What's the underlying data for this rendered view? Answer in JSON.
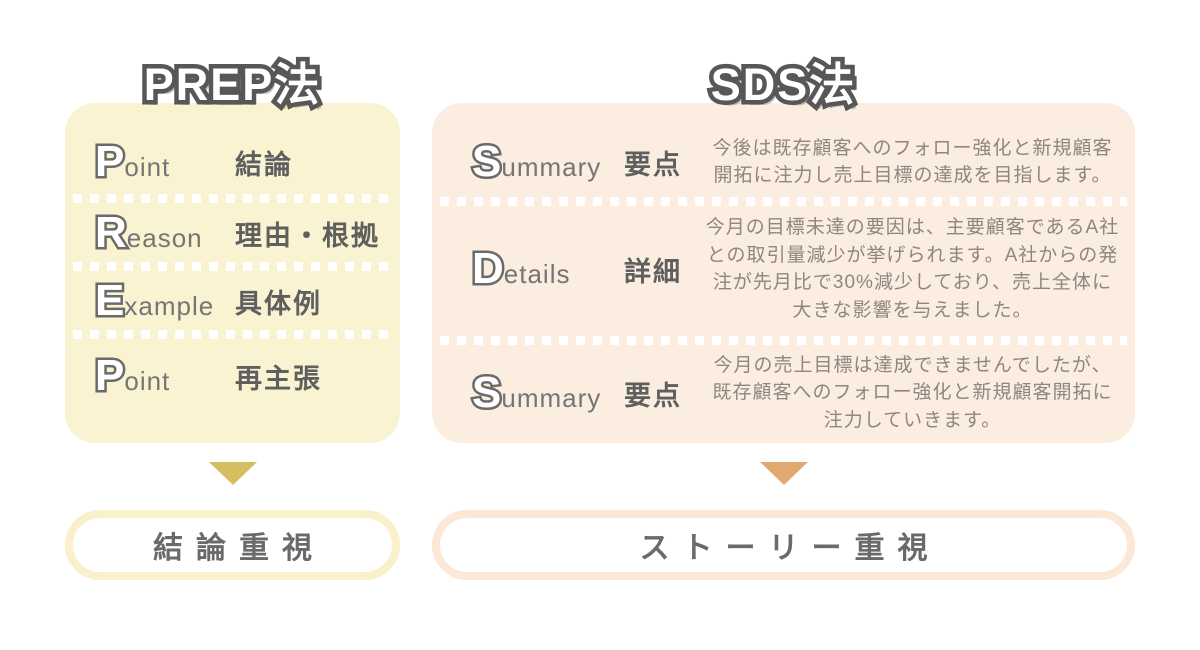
{
  "canvas": {
    "background": "#FFFFFF",
    "outline_gray": "#575757",
    "term_gray": "#5F5F5F",
    "word_gray": "#757575",
    "desc_gray": "#8D8781"
  },
  "prep": {
    "title": "PREP法",
    "box_color": "#FAF3D2",
    "rows": [
      {
        "letter": "P",
        "word": "oint",
        "term": "結論"
      },
      {
        "letter": "R",
        "word": "eason",
        "term": "理由・根拠"
      },
      {
        "letter": "E",
        "word": "xample",
        "term": "具体例"
      },
      {
        "letter": "P",
        "word": "oint",
        "term": "再主張"
      }
    ],
    "arrow_color": "#D5BE62",
    "result": {
      "label": "結論重視",
      "border_color": "#FAF0C9"
    }
  },
  "sds": {
    "title": "SDS法",
    "box_color": "#FBEDE0",
    "rows": [
      {
        "letter": "S",
        "word": "ummary",
        "term": "要点",
        "desc": "今後は既存顧客へのフォロー強化と新規顧客開拓に注力し売上目標の達成を目指します。"
      },
      {
        "letter": "D",
        "word": "etails",
        "term": "詳細",
        "desc": "今月の目標未達の要因は、主要顧客であるA社との取引量減少が挙げられます。A社からの発注が先月比で30%減少しており、売上全体に大きな影響を与えました。"
      },
      {
        "letter": "S",
        "word": "ummary",
        "term": "要点",
        "desc": "今月の売上目標は達成できませんでしたが、既存顧客へのフォロー強化と新規顧客開拓に注力していきます。"
      }
    ],
    "arrow_color": "#E0A972",
    "result": {
      "label": "ストーリー重視",
      "border_color": "#FBE8D6"
    }
  }
}
